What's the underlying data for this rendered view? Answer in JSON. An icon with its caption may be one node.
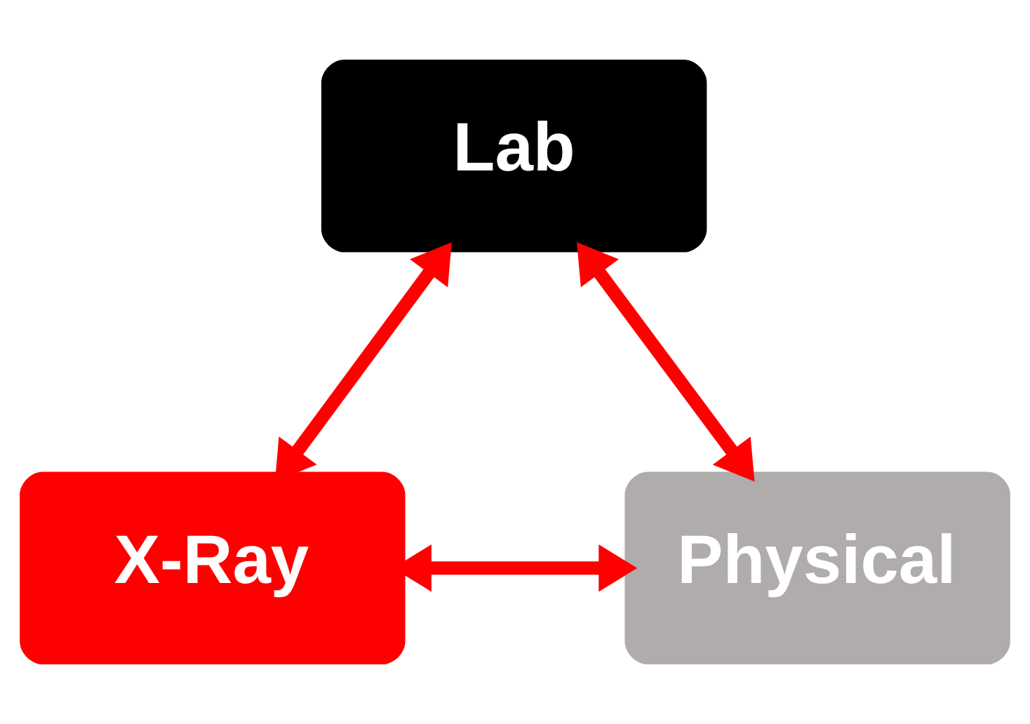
{
  "diagram": {
    "nodes": [
      {
        "text": [
          "Lab"
        ]
      },
      {
        "text": [
          "X-Ray"
        ]
      },
      {
        "text": [
          "Physical"
        ]
      }
    ],
    "edges": [
      {
        "from": 0,
        "to": 1,
        "arrow": "both"
      },
      {
        "from": 0,
        "to": 2,
        "arrow": "both"
      },
      {
        "from": 1,
        "to": 2,
        "arrow": "both"
      }
    ]
  }
}
